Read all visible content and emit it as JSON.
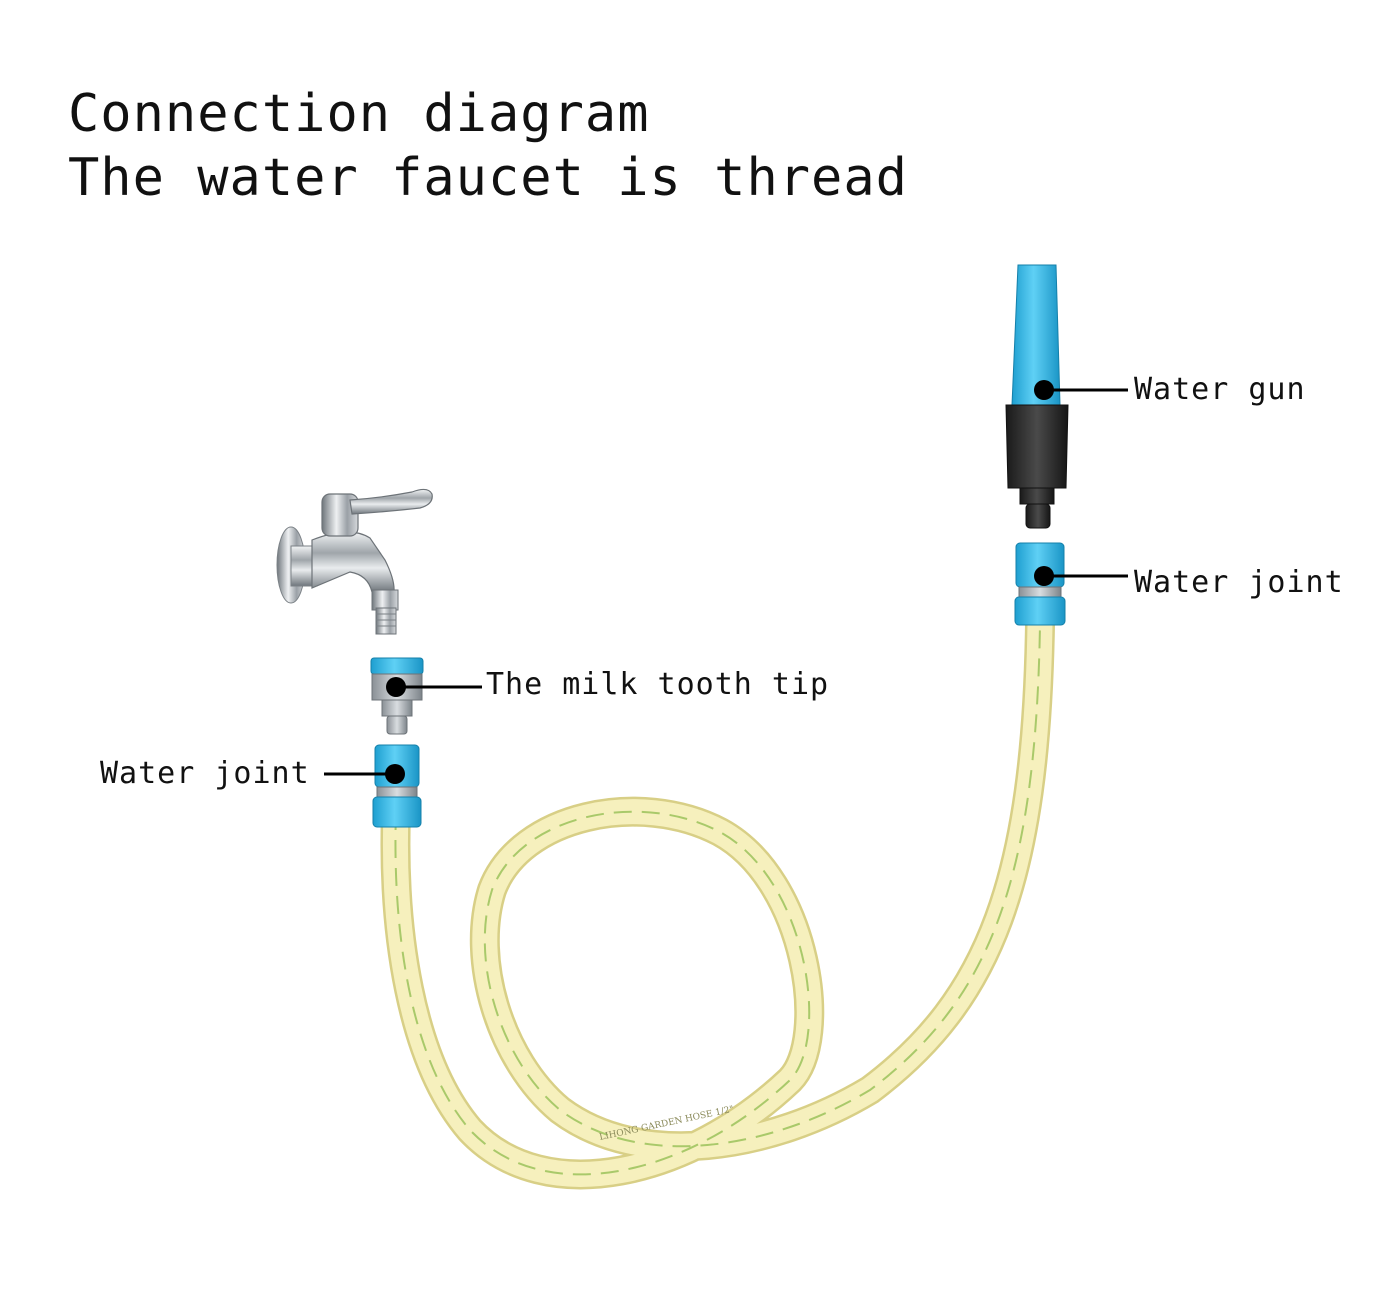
{
  "title": {
    "line1": "Connection diagram",
    "line2": "The water faucet is thread"
  },
  "labels": {
    "water_gun": "Water gun",
    "water_joint_right": "Water joint",
    "milk_tooth_tip": "The milk tooth tip",
    "water_joint_left": "Water joint"
  },
  "hose_print": "LIHONG GARDEN HOSE 1/2\"",
  "colors": {
    "hose": "#f5efb4",
    "hose_stripe": "#a9c96a",
    "connector_blue": "#2bb3e3",
    "nozzle_black": "#2a2a2a",
    "chrome": "#b8bcc0",
    "pointer": "#000000"
  },
  "icons": [
    "faucet-icon",
    "spray-gun-icon",
    "hose-connector-icon",
    "adapter-icon"
  ]
}
